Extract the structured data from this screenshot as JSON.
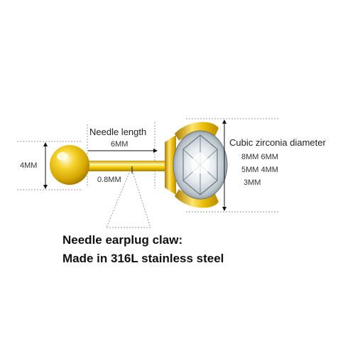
{
  "labels": {
    "needle_length": "Needle length",
    "needle_length_value": "6MM",
    "ball_size": "4MM",
    "needle_gauge": "0.8MM",
    "cz_diameter": "Cubic zirconia diameter",
    "size_row1": "8MM  6MM",
    "size_row2": "5MM 4MM",
    "size_row3": "3MM"
  },
  "caption": {
    "line1": "Needle earplug claw:",
    "line2": "Made in 316L stainless steel"
  },
  "colors": {
    "gold_light": "#fff3a0",
    "gold_mid": "#f2c400",
    "gold_dark": "#b88a00",
    "guide_line": "#999999"
  }
}
